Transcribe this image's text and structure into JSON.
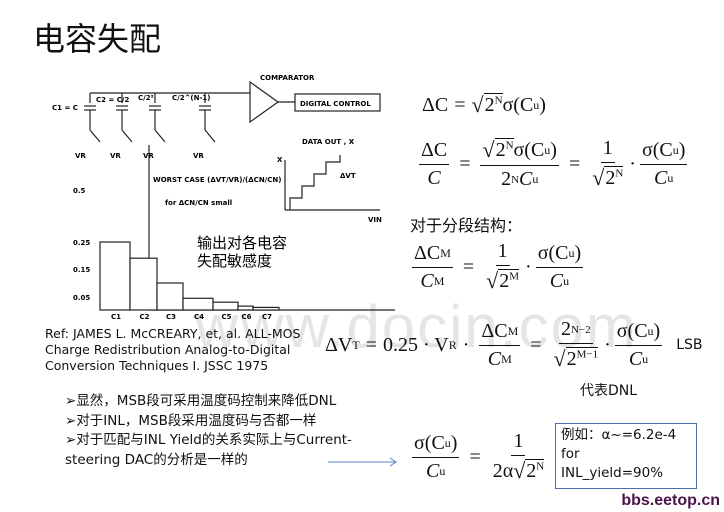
{
  "title": "电容失配",
  "figure": {
    "comparator_label": "COMPARATOR",
    "digital_control_label": "DIGITAL CONTROL",
    "data_out_label": "DATA OUT , X",
    "cap_labels": [
      "C1 = C",
      "C2 = C/2",
      "C/2²",
      "C/2^(N-1)"
    ],
    "vr_label": "VR",
    "x_label": "X",
    "vin_label": "VIN",
    "dvt_label": "ΔVT",
    "worst_case_label": "WORST CASE (ΔVT/VR)/(ΔCN/CN)",
    "for_small_label": "for ΔCN/CN small",
    "annotation": [
      "输出对各电容",
      "失配敏感度"
    ]
  },
  "chart_data": {
    "type": "bar",
    "categories": [
      "C1",
      "C2",
      "C3",
      "C4",
      "C5",
      "C6",
      "C7"
    ],
    "values": [
      0.25,
      0.19,
      0.1,
      0.045,
      0.03,
      0.015,
      0.01
    ],
    "yticks": [
      "0.5",
      "0.25",
      "0.15",
      "0.05"
    ],
    "title": "WORST CASE (ΔVT/VR)/(ΔCN/CN)"
  },
  "formulas": {
    "f1": {
      "lhs": "ΔC",
      "eq": "=",
      "rad": "2",
      "exp": "N",
      "sigma": "σ(C",
      "sub": "u",
      "close": ")"
    },
    "f2": {
      "num1": "ΔC",
      "den1": "C",
      "eq": "=",
      "num2_rad": "2",
      "num2_exp": "N",
      "num2_sig": "σ(C",
      "num2_sub": "u",
      "num2_close": ")",
      "den2": "2",
      "den2_exp": "N",
      "den2_c": "C",
      "den2_sub": "u",
      "eq2": "=",
      "one": "1",
      "den3_rad": "2",
      "den3_exp": "N",
      "dot": "·",
      "num4": "σ(C",
      "num4_sub": "u",
      "num4_close": ")",
      "den4": "C",
      "den4_sub": "u"
    },
    "segmented_label": "对于分段结构：",
    "f3": {
      "num1": "ΔC",
      "num1_sub": "M",
      "den1": "C",
      "den1_sub": "M",
      "eq": "=",
      "one": "1",
      "rad": "2",
      "exp": "M",
      "dot": "·",
      "num3": "σ(C",
      "num3_sub": "u",
      "num3_close": ")",
      "den3": "C",
      "den3_sub": "u"
    },
    "f4": {
      "lhs": "ΔV",
      "lhs_sub": "T",
      "eq": "=",
      "coef": "0.25 · V",
      "coef_sub": "R",
      "dot": "·",
      "num1": "ΔC",
      "num1_sub": "M",
      "den1": "C",
      "den1_sub": "M",
      "eq2": "=",
      "num2": "2",
      "num2_exp": "N−2",
      "den2_rad": "2",
      "den2_exp": "M−1",
      "dot2": "·",
      "num3": "σ(C",
      "num3_sub": "u",
      "num3_close": ")",
      "den3": "C",
      "den3_sub": "u",
      "unit": "LSB"
    },
    "dnl_label": "代表DNL",
    "f5": {
      "num1": "σ(C",
      "num1_sub": "u",
      "num1_close": ")",
      "den1": "C",
      "den1_sub": "u",
      "eq": "=",
      "one": "1",
      "den2": "2α",
      "den2_rad": "2",
      "den2_exp": "N"
    }
  },
  "reference": [
    "Ref: JAMES L. McCREARY, et, al. ALL-MOS",
    "Charge Redistribution Analog-to-Digital",
    "Conversion Techniques I. JSSC 1975"
  ],
  "bullets": [
    "➢显然，MSB段可采用温度码控制来降低DNL",
    "➢对于INL，MSB段采用温度码与否都一样",
    "➢对于匹配与INL Yield的关系实际上与Current-",
    "steering DAC的分析是一样的"
  ],
  "note": [
    "例如：α~=6.2e-4",
    "for",
    "INL_yield=90%"
  ],
  "watermark": "www.docin.com",
  "site_mark": "bbs.eetop.cn"
}
